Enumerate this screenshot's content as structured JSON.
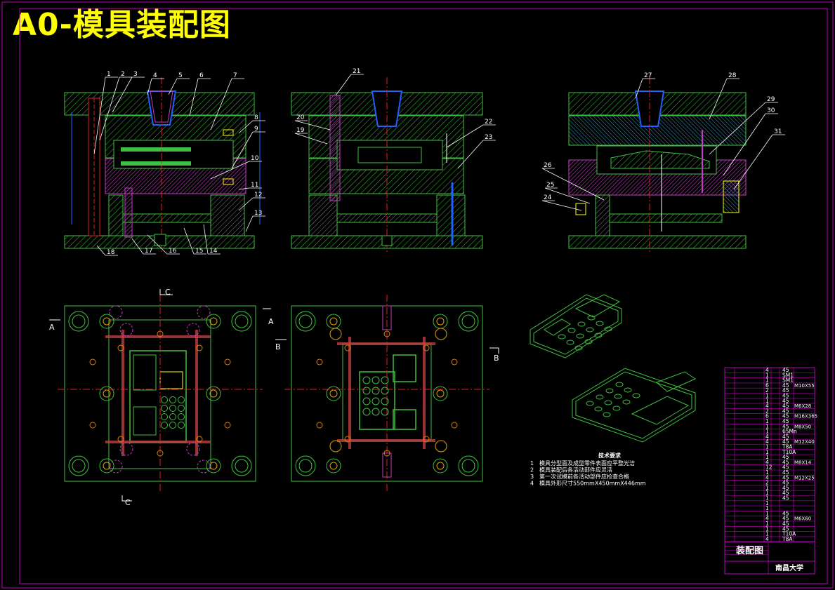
{
  "title": "A0-模具装配图",
  "colors": {
    "background": "#000000",
    "border": "#c000c0",
    "mold": "#40c040",
    "accent_magenta": "#c040c0",
    "accent_yellow": "#ffff00",
    "accent_red": "#e02020",
    "accent_blue": "#2060ff",
    "accent_cyan": "#40c0c0",
    "text": "#ffffff"
  },
  "callouts_a": [
    "1",
    "2",
    "3",
    "4",
    "5",
    "6",
    "7",
    "8",
    "9",
    "10",
    "11",
    "12",
    "13",
    "14",
    "15",
    "16",
    "17",
    "18"
  ],
  "callouts_b": [
    "19",
    "20",
    "21",
    "22",
    "23"
  ],
  "callouts_c": [
    "24",
    "25",
    "26",
    "27",
    "28",
    "29",
    "30",
    "31"
  ],
  "section_marks": {
    "a": "A",
    "b": "B",
    "c": "C"
  },
  "tech_requirements": {
    "heading": "技术要求",
    "items": [
      {
        "num": "1",
        "text": "模具分型面及成型零件表面应平整光洁"
      },
      {
        "num": "2",
        "text": "模具装配后各活动部件应灵活"
      },
      {
        "num": "3",
        "text": "第一次试模前各活动部件应检查合格"
      },
      {
        "num": "4",
        "text": "模具外形尺寸550mmX450mmX446mm"
      }
    ]
  },
  "bom": {
    "rows": [
      {
        "qty": "4",
        "mat": "45",
        "note": ""
      },
      {
        "qty": "1",
        "mat": "SM1",
        "note": ""
      },
      {
        "qty": "1",
        "mat": "SM1",
        "note": ""
      },
      {
        "qty": "6",
        "mat": "45",
        "note": "M10X55"
      },
      {
        "qty": "2",
        "mat": "45",
        "note": ""
      },
      {
        "qty": "1",
        "mat": "45",
        "note": ""
      },
      {
        "qty": "1",
        "mat": "45",
        "note": ""
      },
      {
        "qty": "4",
        "mat": "45",
        "note": "M6X28"
      },
      {
        "qty": "2",
        "mat": "45",
        "note": ""
      },
      {
        "qty": "6",
        "mat": "45",
        "note": "M16X365"
      },
      {
        "qty": "1",
        "mat": "45",
        "note": ""
      },
      {
        "qty": "1",
        "mat": "45",
        "note": "M8X50"
      },
      {
        "qty": "1",
        "mat": "65Mn",
        "note": ""
      },
      {
        "qty": "4",
        "mat": "45",
        "note": ""
      },
      {
        "qty": "4",
        "mat": "45",
        "note": "M12X40"
      },
      {
        "qty": "1",
        "mat": "T8A",
        "note": ""
      },
      {
        "qty": "1",
        "mat": "T10A",
        "note": ""
      },
      {
        "qty": "1",
        "mat": "45",
        "note": ""
      },
      {
        "qty": "4",
        "mat": "45",
        "note": "M8X14"
      },
      {
        "qty": "12",
        "mat": "45",
        "note": ""
      },
      {
        "qty": "1",
        "mat": "45",
        "note": ""
      },
      {
        "qty": "4",
        "mat": "45",
        "note": "M12X25"
      },
      {
        "qty": "2",
        "mat": "45",
        "note": ""
      },
      {
        "qty": "1",
        "mat": "45",
        "note": ""
      },
      {
        "qty": "1",
        "mat": "45",
        "note": ""
      },
      {
        "qty": "1",
        "mat": "45",
        "note": ""
      },
      {
        "qty": "1",
        "mat": "",
        "note": ""
      },
      {
        "qty": "1",
        "mat": "",
        "note": ""
      },
      {
        "qty": "1",
        "mat": "45",
        "note": ""
      },
      {
        "qty": "4",
        "mat": "45",
        "note": "M6X60"
      },
      {
        "qty": "1",
        "mat": "45",
        "note": ""
      },
      {
        "qty": "1",
        "mat": "45",
        "note": ""
      },
      {
        "qty": "1",
        "mat": "T10A",
        "note": ""
      },
      {
        "qty": "4",
        "mat": "T8A",
        "note": ""
      }
    ],
    "drawing_name": "装配图",
    "school": "南昌大学"
  }
}
